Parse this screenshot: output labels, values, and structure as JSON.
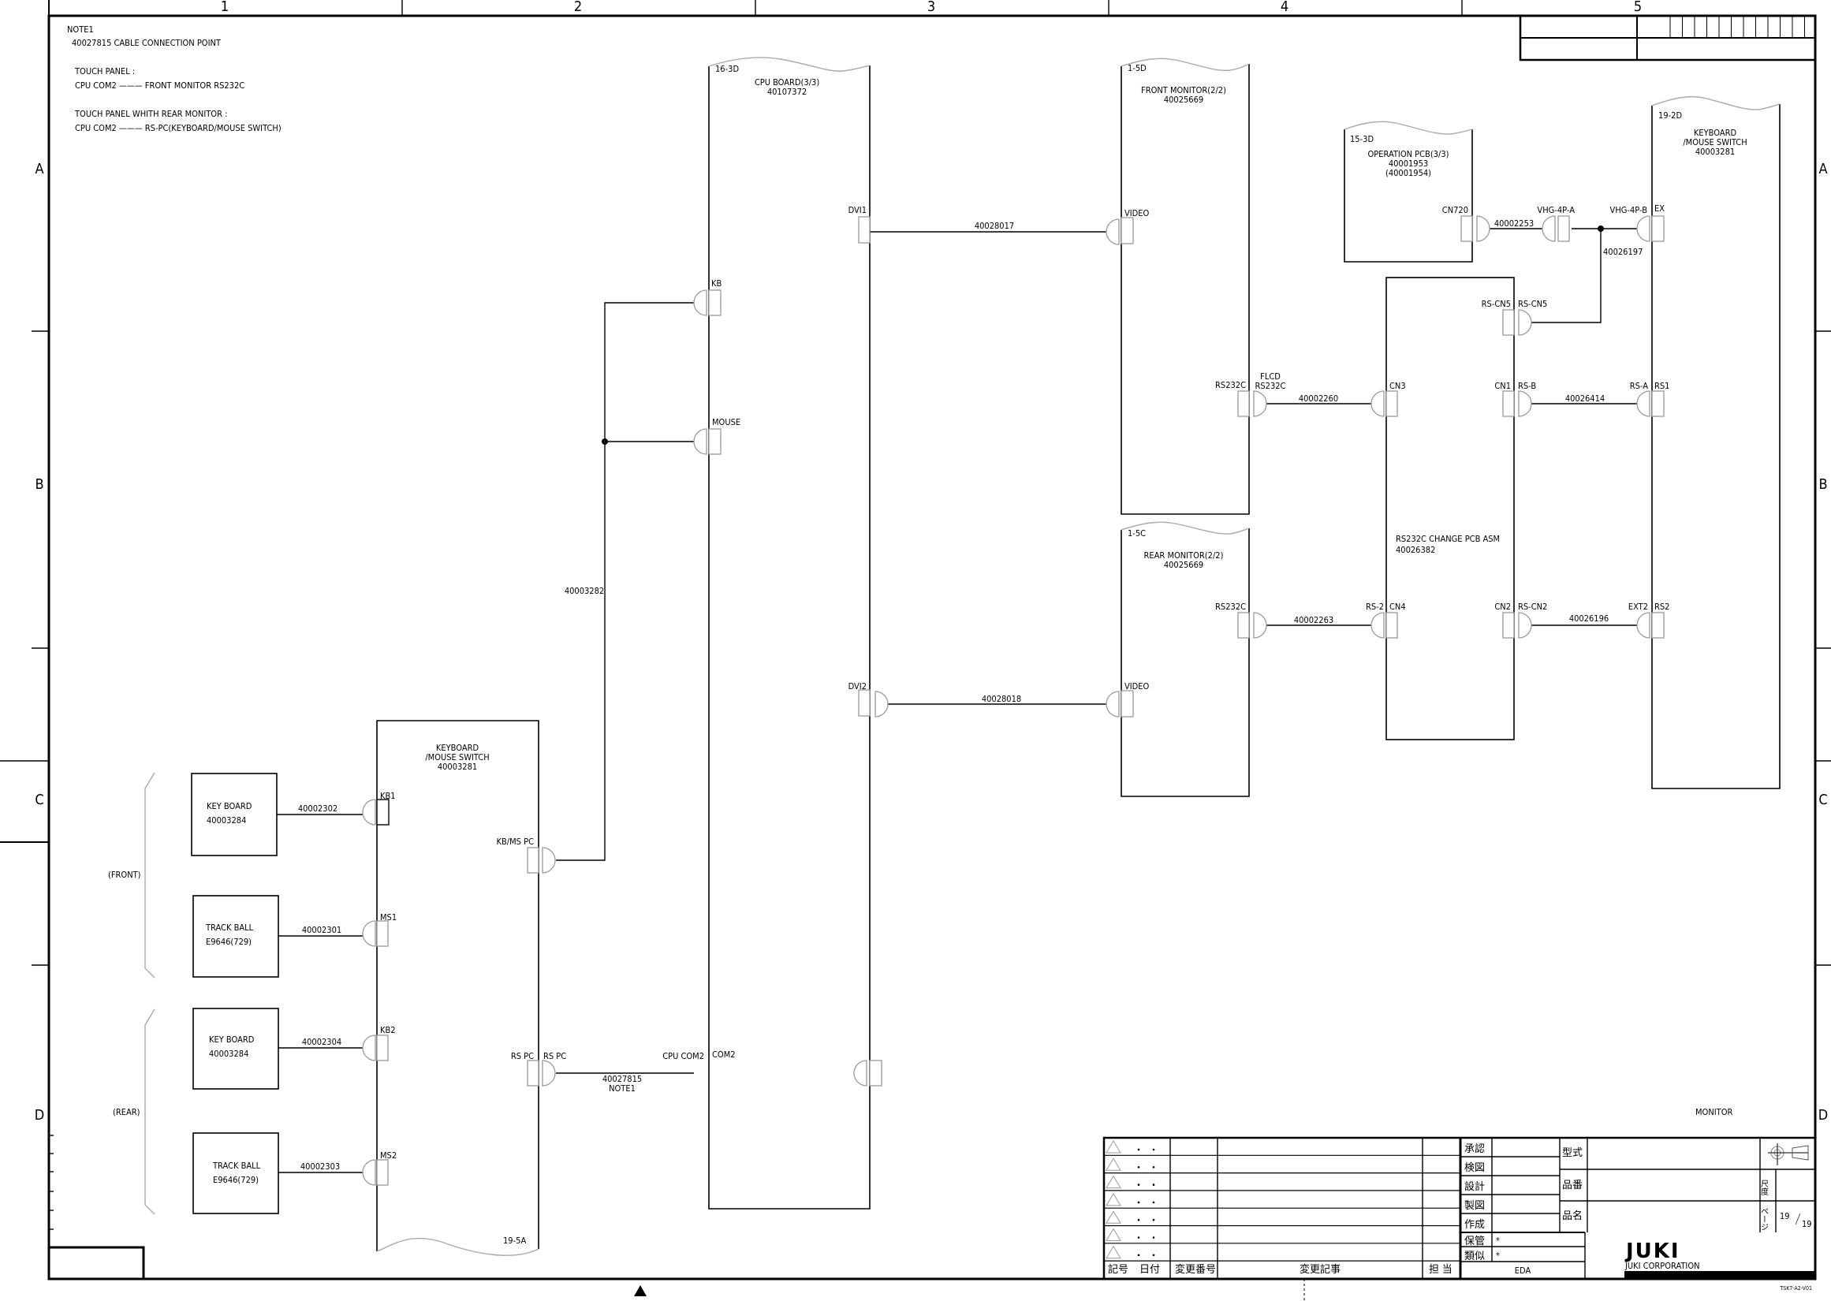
{
  "sheet": {
    "column_labels": [
      "1",
      "2",
      "3",
      "4",
      "5"
    ],
    "row_labels": [
      "A",
      "B",
      "C",
      "D"
    ],
    "drawing_title": "MONITOR",
    "form_code": "TSK7-A2-V01"
  },
  "note": {
    "title": "NOTE1",
    "line1": "40027815 CABLE CONNECTION POINT",
    "touch_panel_label": "TOUCH PANEL :",
    "touch_panel_line": "CPU COM2 ——— FRONT MONITOR RS232C",
    "rear_label": "TOUCH PANEL WHITH REAR MONITOR :",
    "rear_line": "CPU COM2 ——— RS-PC(KEYBOARD/MOUSE SWITCH)"
  },
  "groups": {
    "front": "(FRONT)",
    "rear": "(REAR)"
  },
  "devices": {
    "kb_front": {
      "line1": "KEY BOARD",
      "line2": "40003284"
    },
    "tb_front": {
      "line1": "TRACK BALL",
      "line2": "E9646(729)"
    },
    "kb_rear": {
      "line1": "KEY BOARD",
      "line2": "40003284"
    },
    "tb_rear": {
      "line1": "TRACK BALL",
      "line2": "E9646(729)"
    }
  },
  "boards": {
    "kms_left": {
      "line1": "KEYBOARD",
      "line2": "/MOUSE SWITCH",
      "line3": "40003281",
      "ref": "19-5A",
      "connectors": {
        "kb1": "KB1",
        "ms1": "MS1",
        "kb2": "KB2",
        "ms2": "MS2",
        "kbms_pc": "KB/MS PC",
        "rs_pc": "RS PC"
      }
    },
    "cpu": {
      "ref": "16-3D",
      "line1": "CPU BOARD(3/3)",
      "line2": "40107372",
      "connectors": {
        "kb": "KB",
        "mouse": "MOUSE",
        "dvi1": "DVI1",
        "dvi2": "DVI2",
        "com2": "COM2"
      }
    },
    "front_monitor": {
      "ref": "1-5D",
      "line1": "FRONT MONITOR(2/2)",
      "line2": "40025669",
      "connectors": {
        "video": "VIDEO",
        "rs232c": "RS232C"
      }
    },
    "rear_monitor": {
      "ref": "1-5C",
      "line1": "REAR MONITOR(2/2)",
      "line2": "40025669",
      "connectors": {
        "video": "VIDEO",
        "rs232c": "RS232C"
      }
    },
    "operation_pcb": {
      "ref": "15-3D",
      "line1": "OPERATION PCB(3/3)",
      "line2": "40001953",
      "line3": "(40001954)",
      "connectors": {
        "cn720": "CN720"
      }
    },
    "rs232c_change": {
      "line1": "RS232C CHANGE PCB ASM",
      "line2": "40026382",
      "connectors": {
        "cn3": "CN3",
        "cn4": "CN4",
        "cn1": "CN1",
        "cn2": "CN2",
        "rs_cn5": "RS-CN5"
      }
    },
    "kms_right": {
      "ref": "19-2D",
      "line1": "KEYBOARD",
      "line2": "/MOUSE SWITCH",
      "line3": "40003281",
      "connectors": {
        "ex": "EX",
        "rs1": "RS1",
        "rs2": "RS2"
      }
    }
  },
  "plugs": {
    "rs_pc": "RS PC",
    "cpu_com2": "CPU COM2",
    "flcd1": "FLCD",
    "flcd2": "RS232C",
    "rs2": "RS-2",
    "rs_cn5": "RS-CN5",
    "rs_b": "RS-B",
    "rs_cn2": "RS-CN2",
    "rs_a": "RS-A",
    "ext2": "EXT2",
    "vhg_a": "VHG-4P-A",
    "vhg_b": "VHG-4P-B"
  },
  "cables": {
    "c40002302": "40002302",
    "c40002301": "40002301",
    "c40002304": "40002304",
    "c40002303": "40002303",
    "c40003282": "40003282",
    "c40027815": "40027815",
    "c40027815_note": "NOTE1",
    "c40028017": "40028017",
    "c40028018": "40028018",
    "c40002260": "40002260",
    "c40002263": "40002263",
    "c40026414": "40026414",
    "c40026196": "40026196",
    "c40002253": "40002253",
    "c40026197": "40026197"
  },
  "title_block": {
    "revision_rows": 7,
    "revision_headers": [
      "記号",
      "日付",
      "変更番号",
      "変更記事",
      "担 当"
    ],
    "approval_labels": [
      "承認",
      "検図",
      "設計",
      "製図",
      "作成"
    ],
    "storage_label": "保管",
    "storage_value": "*",
    "similar_label": "類似",
    "similar_value": "*",
    "eda": "EDA",
    "model_label": "型式",
    "part_no_label": "品番",
    "part_name_label": "品名",
    "scale_label": "尺度",
    "page_label": "ページ",
    "page_current": "19",
    "page_total": "19",
    "company_logo": "JUKI",
    "company_name": "JUKI CORPORATION"
  }
}
